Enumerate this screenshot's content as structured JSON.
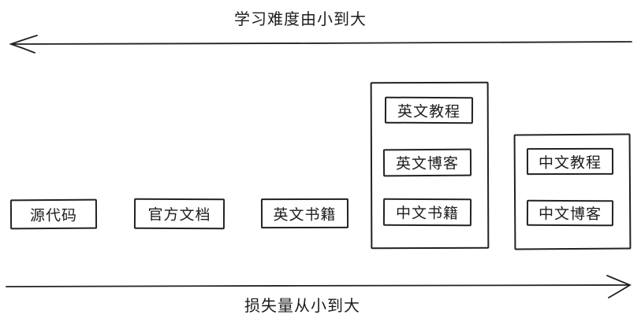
{
  "top_axis": {
    "label": "学习难度由小到大",
    "arrow_icon": "left-arrow",
    "direction": "left"
  },
  "bottom_axis": {
    "label": "损失量从小到大",
    "arrow_icon": "right-arrow",
    "direction": "right"
  },
  "standalone_boxes": [
    {
      "label": "源代码"
    },
    {
      "label": "官方文档"
    },
    {
      "label": "英文书籍"
    }
  ],
  "groups": [
    {
      "boxes": [
        {
          "label": "英文教程"
        },
        {
          "label": "英文博客"
        },
        {
          "label": "中文书籍"
        }
      ]
    },
    {
      "boxes": [
        {
          "label": "中文教程"
        },
        {
          "label": "中文博客"
        }
      ]
    }
  ],
  "colors": {
    "stroke": "#222222",
    "text": "#1c1c1c",
    "background": "#ffffff"
  }
}
